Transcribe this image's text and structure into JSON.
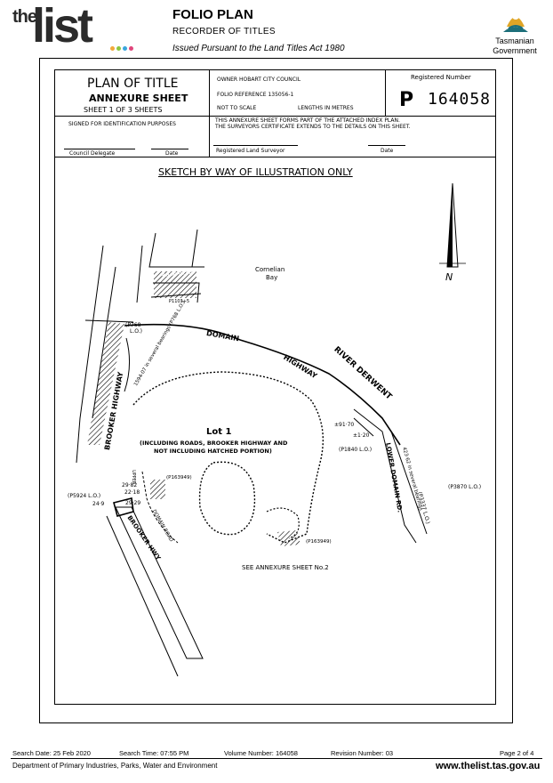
{
  "header": {
    "logo_the": "the",
    "logo_list": "list",
    "title": "FOLIO PLAN",
    "subtitle": "RECORDER OF TITLES",
    "issued": "Issued Pursuant to the Land Titles Act 1980",
    "gov_line1": "Tasmanian",
    "gov_line2": "Government"
  },
  "plan": {
    "plan_title": "PLAN OF TITLE",
    "annexure": "ANNEXURE SHEET",
    "sheet_of": "SHEET  1  OF  3  SHEETS",
    "owner": "OWNER HOBART CITY COUNCIL",
    "folio_ref": "FOLIO REFERENCE 135056-1",
    "scale": "NOT TO SCALE",
    "lengths": "LENGTHS IN METRES",
    "registered_number_label": "Registered Number",
    "reg_prefix": "P",
    "reg_number": "164058",
    "signed_label": "SIGNED FOR IDENTIFICATION PURPOSES",
    "annexure_note_1": "THIS ANNEXURE SHEET FORMS PART OF THE ATTACHED INDEX PLAN.",
    "annexure_note_2": "THE SURVEYORS CERTIFICATE EXTENDS TO THE DETAILS ON THIS SHEET.",
    "council_delegate": "Council Delegate",
    "date_left": "Date",
    "surveyor": "Registered Land Surveyor",
    "date_right": "Date",
    "sketch_title": "SKETCH BY WAY OF ILLUSTRATION ONLY",
    "north": "N"
  },
  "map_labels": {
    "cornelian": "Cornelian",
    "bay": "Bay",
    "river": "RIVER   DERWENT",
    "domain": "DOMAIN",
    "highway": "HIGHWAY",
    "brooker_highway": "BROOKER     HIGHWAY",
    "p768_a": "(P768",
    "p768_b": "L.O.)",
    "bearings": "1594·07 in several bearings (P768 L.O.)",
    "lot": "Lot 1",
    "lot_desc_1": "(INCLUDING ROADS, BROOKER HIGHWAY AND",
    "lot_desc_2": "NOT INCLUDING HATCHED PORTION)",
    "d9170": "±91·70",
    "d120": "±1·20",
    "p1840": "(P1840 L.O.)",
    "lower_domain": "LOWER DOMAIN RD.",
    "bearings2": "423·62  in  several  bearings",
    "p3337": "(P3337 L.O.)",
    "p3870": "(P3870 L.O.)",
    "p163949_a": "(P163949)",
    "p163949_b": "(P163949)",
    "d2982": "29·82",
    "d2218": "22·18",
    "d2929": "29·29",
    "d249": "24·9",
    "p5924": "(P5924 L.O.)",
    "upper": "UPPER",
    "domain_road": "DOMAIN  ROAD",
    "brooker_hwy": "BROOKER  HWY",
    "see_annexure": "SEE ANNEXURE SHEET No.2",
    "bellevue": "BELLEVUE PDE",
    "p1103": "P1103+5"
  },
  "footer": {
    "search_date": "Search Date: 25 Feb 2020",
    "search_time": "Search Time: 07:55 PM",
    "volume": "Volume Number: 164058",
    "revision": "Revision Number: 03",
    "page": "Page 2 of  4",
    "department": "Department of Primary Industries, Parks, Water and Environment",
    "site": "www.thelist.tas.gov.au"
  },
  "colors": {
    "dot1": "#f2a93b",
    "dot2": "#8cc63f",
    "dot3": "#3aa6dd",
    "dot4": "#e0457b",
    "gov_gold": "#e0a526",
    "gov_teal": "#1d6f7a"
  }
}
